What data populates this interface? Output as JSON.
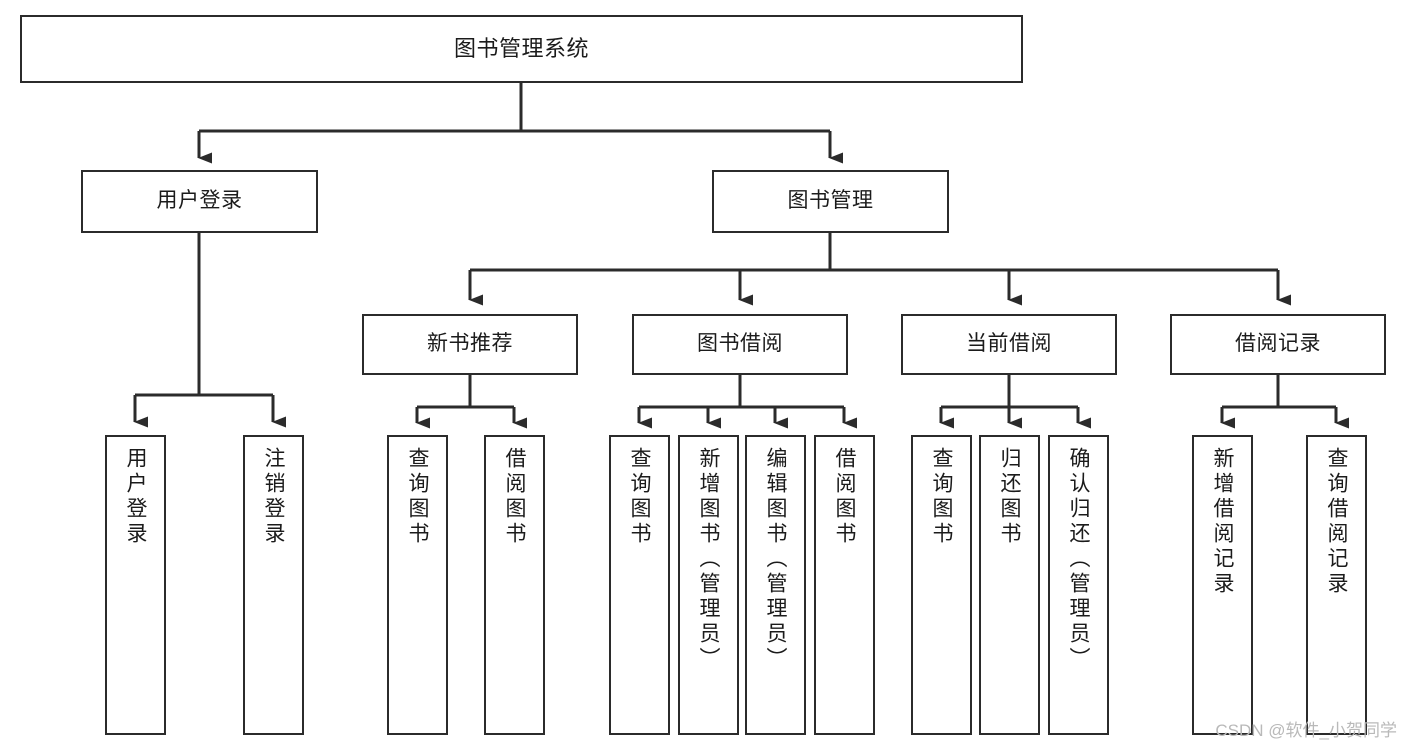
{
  "diagram": {
    "title": "图书管理系统",
    "type": "tree",
    "root": {
      "label": "图书管理系统"
    },
    "level2": [
      {
        "label": "用户登录"
      },
      {
        "label": "图书管理"
      }
    ],
    "level3": [
      {
        "label": "新书推荐"
      },
      {
        "label": "图书借阅"
      },
      {
        "label": "当前借阅"
      },
      {
        "label": "借阅记录"
      }
    ],
    "leaves_user_login": [
      {
        "label": "用户登录"
      },
      {
        "label": "注销登录"
      }
    ],
    "leaves_new_book": [
      {
        "label": "查询图书"
      },
      {
        "label": "借阅图书"
      }
    ],
    "leaves_borrow": [
      {
        "label": "查询图书"
      },
      {
        "label": "新增图书（管理员）"
      },
      {
        "label": "编辑图书（管理员）"
      },
      {
        "label": "借阅图书"
      }
    ],
    "leaves_current": [
      {
        "label": "查询图书"
      },
      {
        "label": "归还图书"
      },
      {
        "label": "确认归还（管理员）"
      }
    ],
    "leaves_record": [
      {
        "label": "新增借阅记录"
      },
      {
        "label": "查询借阅记录"
      }
    ]
  },
  "watermark": {
    "text": "CSDN @软件_小贺同学"
  },
  "colors": {
    "stroke": "#2b2b2b",
    "fill": "#ffffff",
    "text": "#1b1b1b",
    "watermark": "#b9b9b9"
  }
}
